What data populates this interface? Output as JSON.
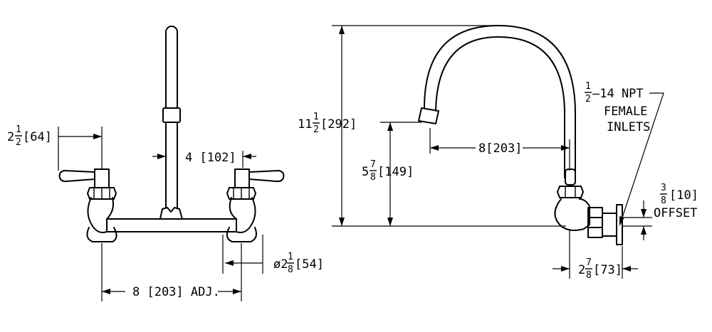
{
  "front_view": {
    "handle_height": {
      "whole": "2",
      "num": "1",
      "den": "2",
      "metric": "[64]"
    },
    "spout_offset": {
      "label": "4 [102]"
    },
    "inlet_diameter": {
      "prefix": "ø2",
      "num": "1",
      "den": "8",
      "metric": "[54]"
    },
    "center_distance": {
      "label": "8 [203] ADJ."
    }
  },
  "side_view": {
    "overall_height": {
      "whole": "11",
      "num": "1",
      "den": "2",
      "metric": "[292]"
    },
    "outlet_height": {
      "whole": "5",
      "num": "7",
      "den": "8",
      "metric": "[149]"
    },
    "spout_reach": {
      "label": "8[203]"
    },
    "inlet_note": {
      "num": "1",
      "den": "2",
      "line1": "–14 NPT",
      "line2": "FEMALE",
      "line3": "INLETS"
    },
    "offset": {
      "num": "3",
      "den": "8",
      "metric": "[10]",
      "word": "OFFSET"
    },
    "body_depth": {
      "whole": "2",
      "num": "7",
      "den": "8",
      "metric": "[73]"
    }
  }
}
